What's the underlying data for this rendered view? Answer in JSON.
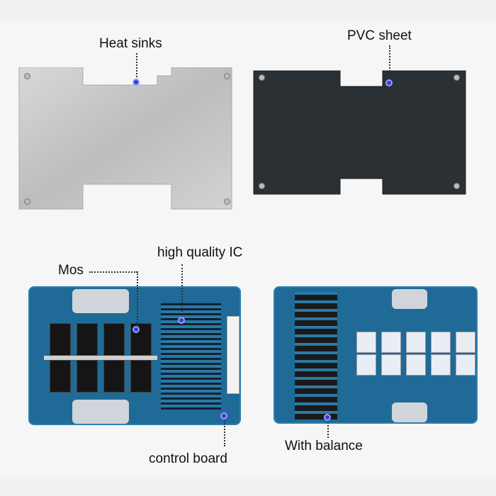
{
  "labels": {
    "heat_sinks": "Heat sinks",
    "pvc_sheet": "PVC sheet",
    "mos": "Mos",
    "high_quality_ic": "high quality IC",
    "control_board": "control board",
    "with_balance": "With balance"
  },
  "colors": {
    "marker": "#3b3bd6",
    "pcb": "#1f6a96",
    "heat_sink": "#c9c9c9",
    "pvc": "#2b3035"
  }
}
